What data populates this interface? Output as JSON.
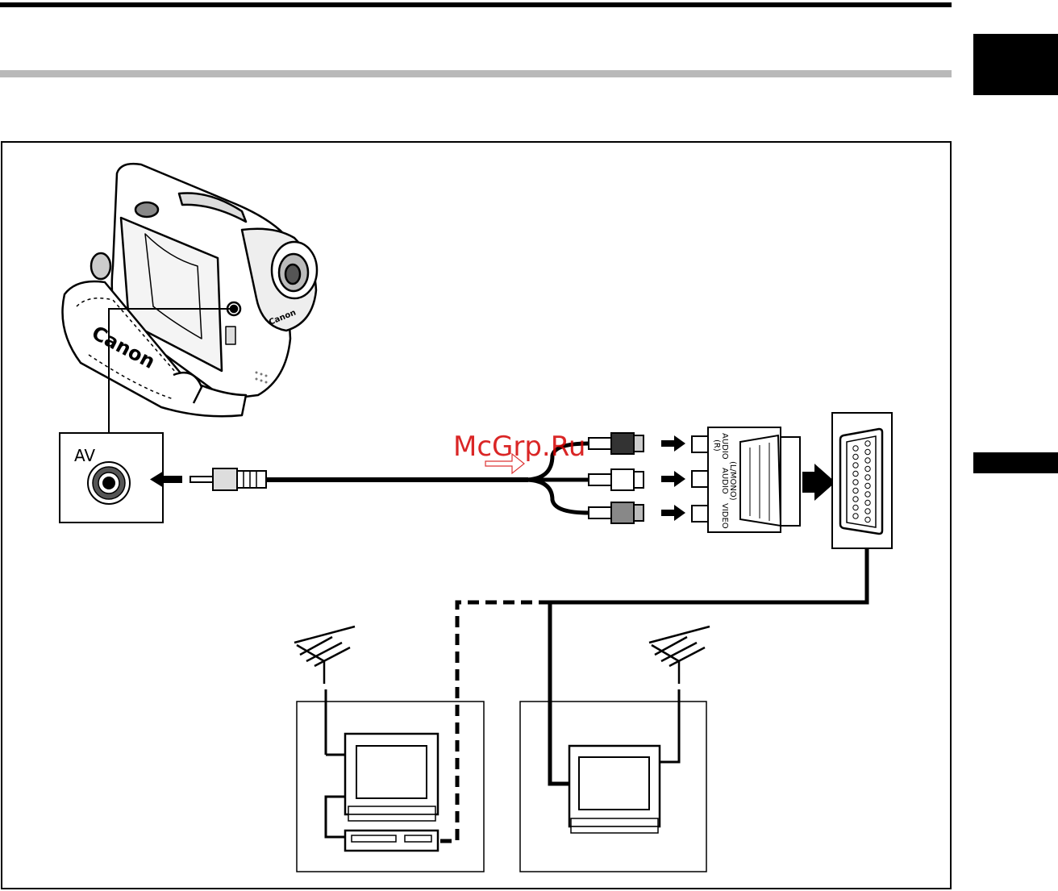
{
  "labels": {
    "av_port": "AV",
    "scart_audio_r": [
      "AUDIO",
      "(R)"
    ],
    "scart_audio_l": [
      "AUDIO",
      "(L/MONO)"
    ],
    "scart_video": "VIDEO",
    "brand_grip": "Canon",
    "brand_body": "Canon"
  },
  "watermark": "McGrp.Ru",
  "colors": {
    "ink": "#000000",
    "gray_rule": "#b9b9b9",
    "watermark": "#d40000"
  }
}
